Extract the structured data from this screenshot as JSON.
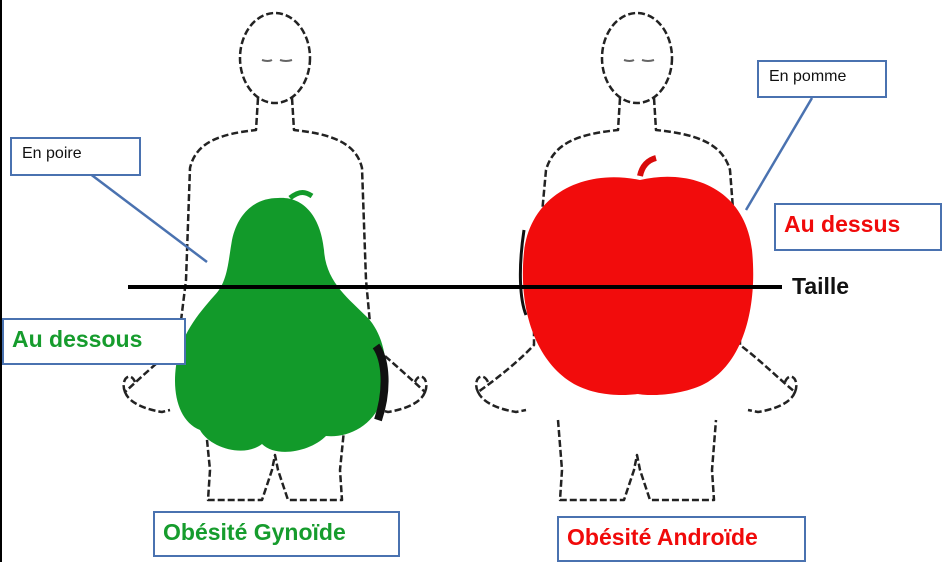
{
  "labels": {
    "pear_callout": "En poire",
    "apple_callout": "En pomme",
    "below": "Au dessous",
    "above": "Au dessus",
    "waist": "Taille",
    "gynoid": "Obésité Gynoïde",
    "android": "Obésité Androïde"
  },
  "colors": {
    "pear": "#129a2a",
    "apple": "#f20c0c",
    "callout_border": "#4a72b0",
    "waist_line": "#000000",
    "green_text": "#169c2d",
    "red_text": "#f00a0a"
  },
  "icons": [
    "female-body-outline",
    "male-body-outline",
    "pear-shape",
    "apple-shape"
  ]
}
